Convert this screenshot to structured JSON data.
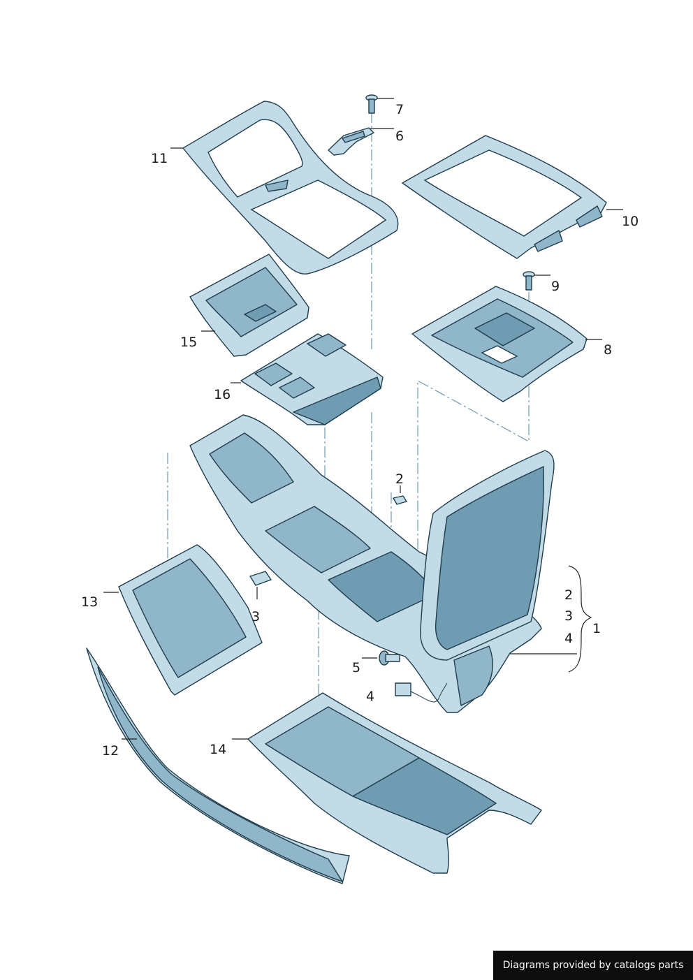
{
  "callouts": [
    {
      "id": "p1",
      "label": "1"
    },
    {
      "id": "p2a",
      "label": "2"
    },
    {
      "id": "p2b",
      "label": "2"
    },
    {
      "id": "p3a",
      "label": "3"
    },
    {
      "id": "p3b",
      "label": "3"
    },
    {
      "id": "p4a",
      "label": "4"
    },
    {
      "id": "p4b",
      "label": "4"
    },
    {
      "id": "p5",
      "label": "5"
    },
    {
      "id": "p6",
      "label": "6"
    },
    {
      "id": "p7",
      "label": "7"
    },
    {
      "id": "p8",
      "label": "8"
    },
    {
      "id": "p9",
      "label": "9"
    },
    {
      "id": "p10",
      "label": "10"
    },
    {
      "id": "p11",
      "label": "11"
    },
    {
      "id": "p12",
      "label": "12"
    },
    {
      "id": "p13",
      "label": "13"
    },
    {
      "id": "p14",
      "label": "14"
    },
    {
      "id": "p15",
      "label": "15"
    },
    {
      "id": "p16",
      "label": "16"
    }
  ],
  "credit": "Diagrams provided by catalogs parts",
  "colors": {
    "part_fill": "#c3dbe7",
    "part_shade": "#8fb6c9",
    "outline": "#1f3d4c",
    "axis_line": "#6f98ae"
  }
}
